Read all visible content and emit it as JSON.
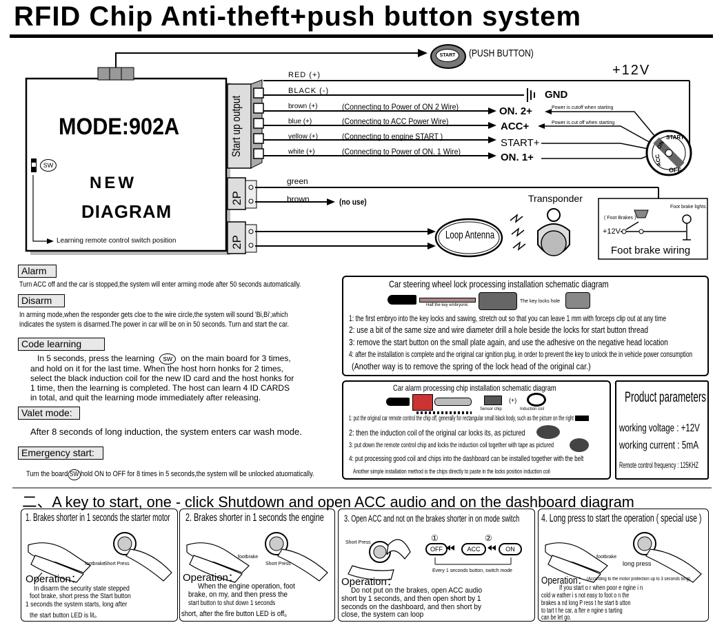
{
  "title": "RFID Chip Anti-theft+push button system",
  "mode_box": {
    "model": "MODE:902A",
    "new": "NEW",
    "diagram": "DIAGRAM",
    "sw": "SW",
    "learning_note": "Learning remote control switch position"
  },
  "connectors": {
    "start_up_output": "Start up output",
    "p2_top": "2P",
    "p2_bottom": "2P"
  },
  "push_button": {
    "button": "START",
    "label": "(PUSH BUTTON)"
  },
  "power": {
    "plus12v": "+12V",
    "gnd": "GND"
  },
  "wires": [
    {
      "color": "RED",
      "sign": "(+)"
    },
    {
      "color": "BLACK",
      "sign": "(-)"
    },
    {
      "color": "brown",
      "sign": "(+)",
      "desc": "(Connecting to Power of ON 2 Wire)",
      "terminal": "ON. 2+"
    },
    {
      "color": "blue",
      "sign": "(+)",
      "desc": "(Connecting to ACC Power Wire)",
      "terminal": "ACC+"
    },
    {
      "color": "yellow",
      "sign": "(+)",
      "desc": "(Connecting to engine START )",
      "terminal": "START+"
    },
    {
      "color": "white",
      "sign": "(+)",
      "desc": "(Connecting to Power of ON. 1 Wire)",
      "terminal": "ON. 1+"
    }
  ],
  "cutoff_note": "Power is cutoff when starting",
  "cutoff_note2": "Power is cut off when starting",
  "ignition": {
    "start": "START",
    "on": "ON",
    "acc": "ACC",
    "off": "OFF"
  },
  "p2_wires": {
    "green": "green",
    "brown": "brown",
    "no_use": "(no use)"
  },
  "antenna": {
    "label": "Loop Antenna",
    "transponder": "Transponder"
  },
  "foot_brake": {
    "brakes": "( Foot Brakes )",
    "lights": "Foot brake lights",
    "v12": "+12V",
    "label": "Foot brake wiring"
  },
  "alarm": {
    "label": "Alarm",
    "text": "Turn ACC off and the car is stopped,the system will enter arming mode after 50 seconds automatically."
  },
  "disarm": {
    "label": "Disarm",
    "line1": "In arming mode,when the responder gets cloe to the wire circle,the system will sound 'Bi,Bi',which",
    "line2": "indicates the system is disarmed.The power in car will be on in 50 seconds. Turn and start the car."
  },
  "code_learning": {
    "label": "Code learning",
    "line1a": "In 5 seconds, press the learning",
    "sw": "sw",
    "line1b": "on the main board for 3 times,",
    "line2": "and hold on it for the last time. When the host horn honks for 2 times,",
    "line3": "select the black induction coil for the new ID card and the host honks for",
    "line4": "1 time, then the learning is completed. The host can learn 4 ID CARDS",
    "line5": "in total, and quit the learning mode immediately after releasing."
  },
  "valet": {
    "label": "Valet mode:",
    "text": "After 8 seconds of long induction, the system enters car wash mode."
  },
  "emergency": {
    "label": "Emergency start:",
    "text_a": "Turn the board",
    "sw": "SW",
    "text_b": "hold ON to OFF for 8 times in 5 seconds,the system will be unlocked atuomatically."
  },
  "steering": {
    "title": "Car steering wheel lock processing installation schematic diagram",
    "half_key": "Half the key embryonic",
    "key_hole": "The key locks hole",
    "step1": "1: the first embryo into the key locks and sawing, stretch out so that you can leave 1 mm with forceps clip out at any time",
    "step2": "2: use a bit of the same size and wire diameter drill a hole beside the locks for start button thread",
    "step3": "3: remove the start button on the small plate again, and use the adhesive on the negative head location",
    "step4": "4: after the installation is complete and the original car ignition plug, in order to prevent the key to unlock the in vehicle power consumption",
    "step5": "(Another way is to remove the spring of the lock head of the original car.)"
  },
  "chip": {
    "title": "Car alarm processing chip installation schematic diagram",
    "sensor": "Sensor chip",
    "plus": "(+)",
    "coil": "Induction coil",
    "step1": "1: put the original car remote control the chip off, generally for rectangular small black body, such as the picture on the right",
    "step2": "2: then the induction coil of the original car locks its, as pictured",
    "step3": "3: put down the remote control chip and locks the induction coil together with tape as pictured",
    "step4": "4: put processing good coil and chips into the dashboard can be installed together with the belt",
    "step5": "Another simple installation method is the chips directly to paste in the locks position induction coil"
  },
  "params": {
    "title": "Product parameters",
    "voltage": "working voltage : +12V",
    "current": "working current : 5mA",
    "frequency": "Remote control frequency : 125KHZ"
  },
  "section2": {
    "title": "二、A  key to start, one - click Shutdown and open ACC audio and on the dashboard diagram"
  },
  "panels": [
    {
      "title": "1. Brakes shorter in 1 seconds the starter motor",
      "footbrake": "footbrake",
      "press": "Short Press",
      "operation": "Operation：",
      "lines": [
        "In  disarm the security state stepped",
        "foot brake, short press the Start button",
        "1 seconds the system starts, long after",
        "the start button LED is lit。"
      ]
    },
    {
      "title": "2. Brakes shorter in 1 seconds the engine",
      "footbrake": "footbrake",
      "press": "Short Press",
      "operation": "Operation：",
      "lines": [
        "When the engine operation, foot",
        "brake, on my, and then press the",
        "start button to shut down 1 seconds",
        "short, after the fire button LED is off。"
      ]
    },
    {
      "title": "3. Open ACC and not on the brakes shorter in on mode switch",
      "press": "Short Press",
      "operation": "Operation：",
      "seq": {
        "n1": "①",
        "n2": "②",
        "off": "OFF",
        "acc": "ACC",
        "on": "ON",
        "caption": "Every 1 seconds button, switch mode"
      },
      "lines": [
        "Do not put on the brakes, open ACC audio",
        "short by 1 seconds, and then open short by 1",
        "seconds on the dashboard, and then short by",
        "close, the system can loop"
      ]
    },
    {
      "title": "4. Long press to start the operation ( special use )",
      "footbrake": "footbrake",
      "press": "long press",
      "operation": "Operation：",
      "note": "(According to the motor protection up to 3 seconds long)",
      "lines": [
        "If you start o r when poor e ngine i n",
        "cold w eather i s not easy to foot o n the",
        "brakes a nd long P ress t he start b utton",
        "to  tart t he car, a fter e ngine s tarting",
        "can be let go."
      ]
    }
  ]
}
